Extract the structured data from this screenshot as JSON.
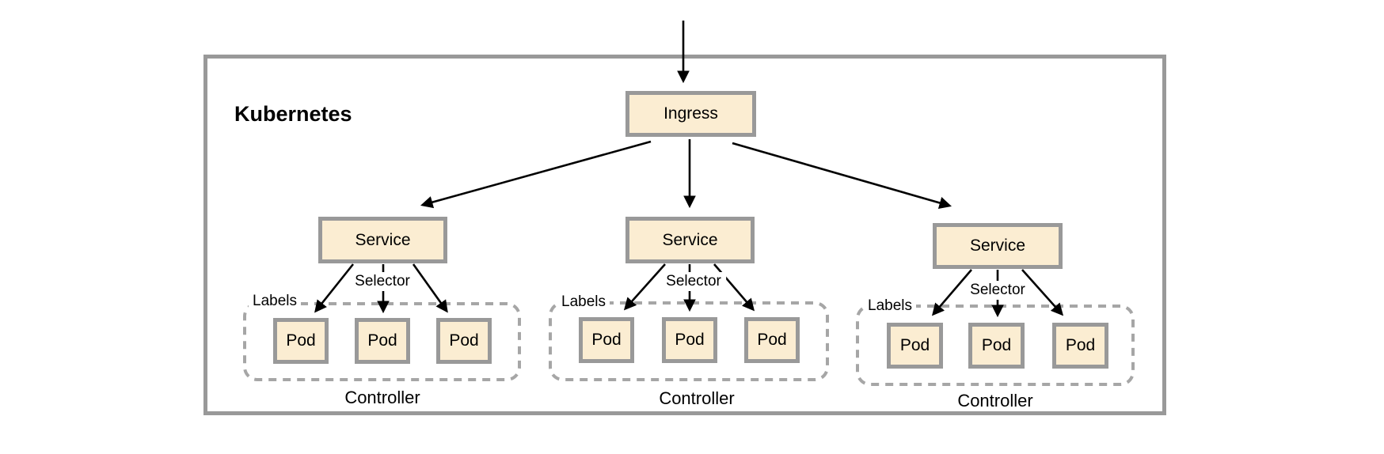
{
  "diagram": {
    "cluster_label": "Kubernetes",
    "ingress_label": "Ingress",
    "groups": [
      {
        "service_label": "Service",
        "selector_label": "Selector",
        "labels_label": "Labels",
        "controller_label": "Controller",
        "pods": [
          "Pod",
          "Pod",
          "Pod"
        ]
      },
      {
        "service_label": "Service",
        "selector_label": "Selector",
        "labels_label": "Labels",
        "controller_label": "Controller",
        "pods": [
          "Pod",
          "Pod",
          "Pod"
        ]
      },
      {
        "service_label": "Service",
        "selector_label": "Selector",
        "labels_label": "Labels",
        "controller_label": "Controller",
        "pods": [
          "Pod",
          "Pod",
          "Pod"
        ]
      }
    ],
    "colors": {
      "node_fill": "#FBEDD2",
      "node_border": "#999999",
      "cluster_border": "#999999",
      "dashed_border": "#A6A6A6",
      "arrow": "#000000",
      "text": "#000000",
      "background": "#FFFFFF"
    }
  }
}
